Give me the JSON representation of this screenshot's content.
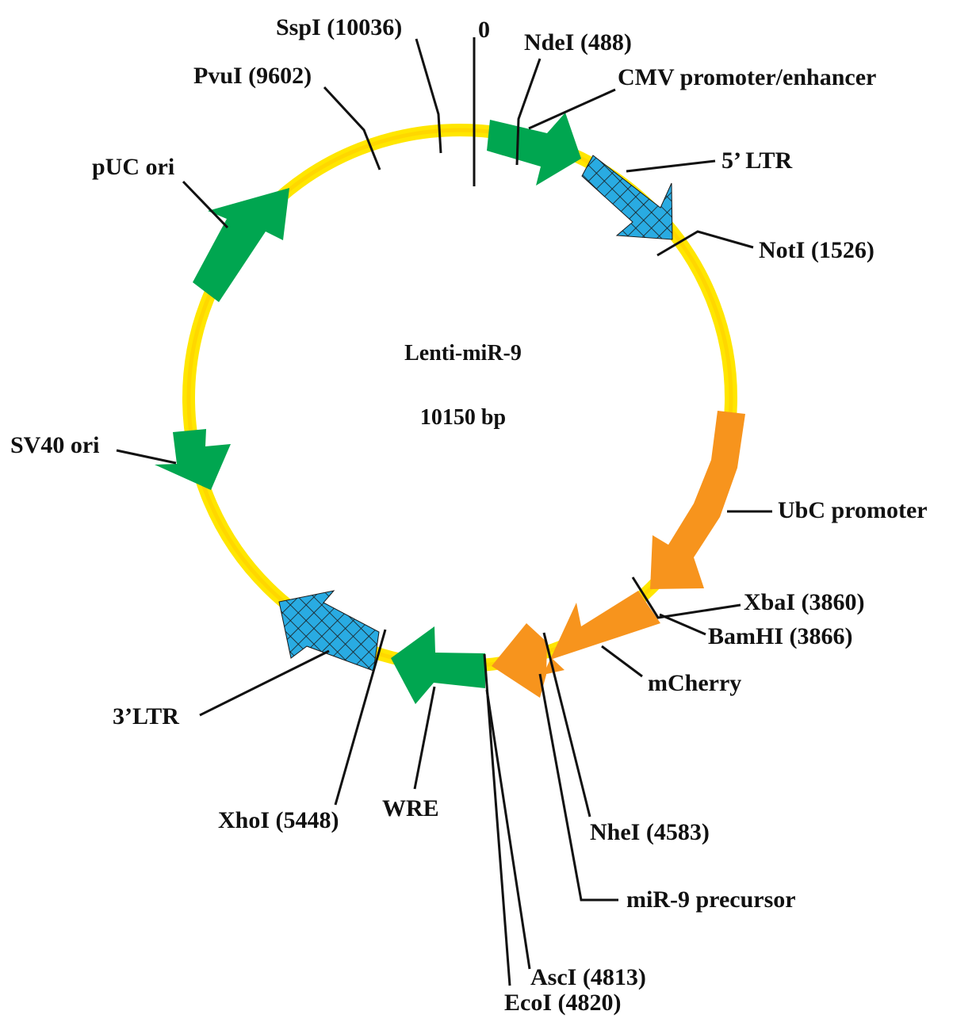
{
  "plasmid": {
    "name": "Lenti-miR-9",
    "size": "10150 bp"
  },
  "colors": {
    "backbone": "#ffe600",
    "backbone_core": "#ffd700",
    "green": "#00a650",
    "orange": "#f7941d",
    "blue": "#29abe2",
    "hatch": "#1a1a1a",
    "line": "#111111"
  },
  "labels": {
    "zero": "0",
    "sspi": "SspI (10036)",
    "ndei": "NdeI (488)",
    "pvui": "PvuI (9602)",
    "cmv": "CMV promoter/enhancer",
    "ltr5": "5’ LTR",
    "puc": "pUC ori",
    "noti": "NotI (1526)",
    "sv40": "SV40 ori",
    "ubc": "UbC promoter",
    "xbai": "XbaI (3860)",
    "bamhi": "BamHI (3866)",
    "mcherry": "mCherry",
    "ltr3": "3’LTR",
    "xhoi": "XhoI (5448)",
    "wre": "WRE",
    "nhei": "NheI (4583)",
    "mir9": "miR-9 precursor",
    "asci": "AscI (4813)",
    "ecoi": "EcoI (4820)"
  }
}
